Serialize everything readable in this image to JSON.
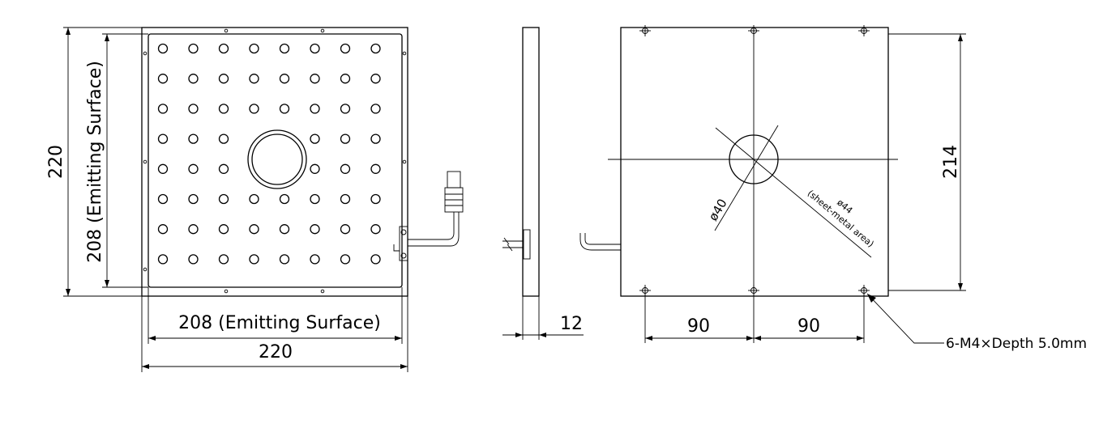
{
  "front_view": {
    "height_outer": "220",
    "height_emitting": "208 (Emitting Surface)",
    "width_emitting": "208 (Emitting Surface)",
    "width_outer": "220",
    "led_grid": {
      "rows": 8,
      "cols": 8
    }
  },
  "side_view": {
    "thickness": "12"
  },
  "rear_view": {
    "height": "214",
    "dia_inner": "ø40",
    "dia_outer": "ø44",
    "dia_outer_note": "(sheet-metal area)",
    "spacing_left": "90",
    "spacing_right": "90",
    "thread_note": "6-M4×Depth 5.0mm"
  }
}
